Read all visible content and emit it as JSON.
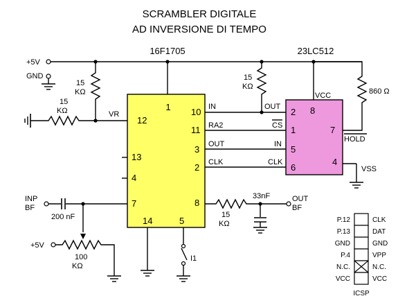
{
  "title": {
    "line1": "SCRAMBLER DIGITALE",
    "line2": "AD INVERSIONE DI TEMPO"
  },
  "chips": {
    "mcu": {
      "name": "16F1705",
      "fill": "#ffff66",
      "pins": {
        "p1": "1",
        "p10": "10",
        "p11": "11",
        "p3": "3",
        "p2": "2",
        "p12": "12",
        "p13": "13",
        "p4": "4",
        "p7": "7",
        "p8": "8",
        "p14": "14",
        "p5": "5"
      },
      "signals": {
        "vr": "VR",
        "in": "IN",
        "ra2": "RA2",
        "out": "OUT",
        "clk": "CLK"
      }
    },
    "mem": {
      "name": "23LC512",
      "fill": "#ee99dd",
      "pins": {
        "p2": "2",
        "p8": "8",
        "p1": "1",
        "p7": "7",
        "p5": "5",
        "p6": "6",
        "p4": "4"
      },
      "signals": {
        "out": "OUT",
        "cs": "CS",
        "in": "IN",
        "clk": "CLK",
        "vcc": "VCC",
        "hold": "HOLD",
        "vss": "VSS"
      }
    }
  },
  "power": {
    "vplus": "+5V",
    "gnd": "GND",
    "vplus2": "+5V"
  },
  "components": {
    "r_top": {
      "value": "15",
      "unit": "KΩ"
    },
    "r_left": {
      "value": "15",
      "unit": "KΩ"
    },
    "r_mem": {
      "value": "15",
      "unit": "KΩ"
    },
    "r_hold": {
      "value": "860 Ω"
    },
    "c_in": {
      "value": "200 nF"
    },
    "r_pot": {
      "value": "100",
      "unit": "KΩ"
    },
    "r_out": {
      "value": "15",
      "unit": "KΩ"
    },
    "c_out": {
      "value": "33nF"
    },
    "switch": {
      "label": "I1"
    }
  },
  "io": {
    "inp": {
      "line1": "INP",
      "line2": "BF"
    },
    "out": {
      "line1": "OUT",
      "line2": "BF"
    }
  },
  "icsp": {
    "title": "ICSP",
    "rows": [
      {
        "left": "P.12",
        "right": "CLK",
        "nc": false
      },
      {
        "left": "P.13",
        "right": "DAT",
        "nc": false
      },
      {
        "left": "GND",
        "right": "GND",
        "nc": false
      },
      {
        "left": "P.4",
        "right": "VPP",
        "nc": false
      },
      {
        "left": "N.C.",
        "right": "N.C.",
        "nc": true
      },
      {
        "left": "VCC",
        "right": "VCC",
        "nc": false
      }
    ]
  }
}
